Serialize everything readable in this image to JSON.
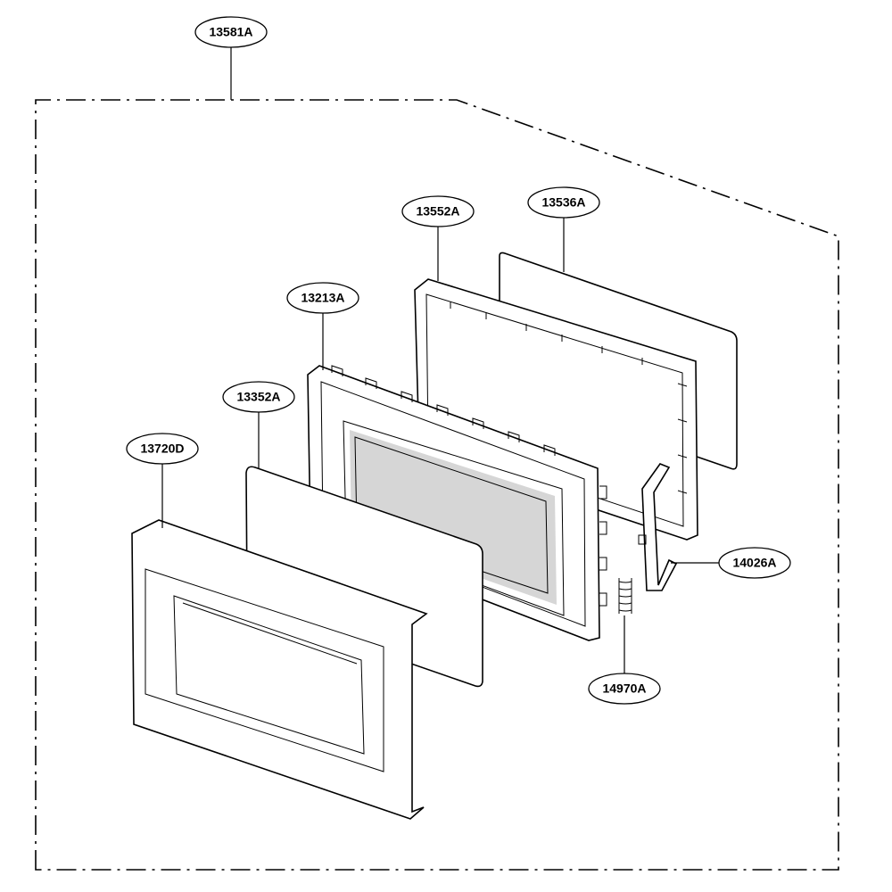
{
  "diagram": {
    "callouts": [
      {
        "id": "assembly",
        "label": "13581A"
      },
      {
        "id": "door-frame",
        "label": "13552A"
      },
      {
        "id": "screen-cover",
        "label": "13536A"
      },
      {
        "id": "door-assembly",
        "label": "13213A"
      },
      {
        "id": "choke-cover",
        "label": "13352A"
      },
      {
        "id": "door-front",
        "label": "13720D"
      },
      {
        "id": "latch-key",
        "label": "14026A"
      },
      {
        "id": "latch-spring",
        "label": "14970A"
      }
    ]
  }
}
